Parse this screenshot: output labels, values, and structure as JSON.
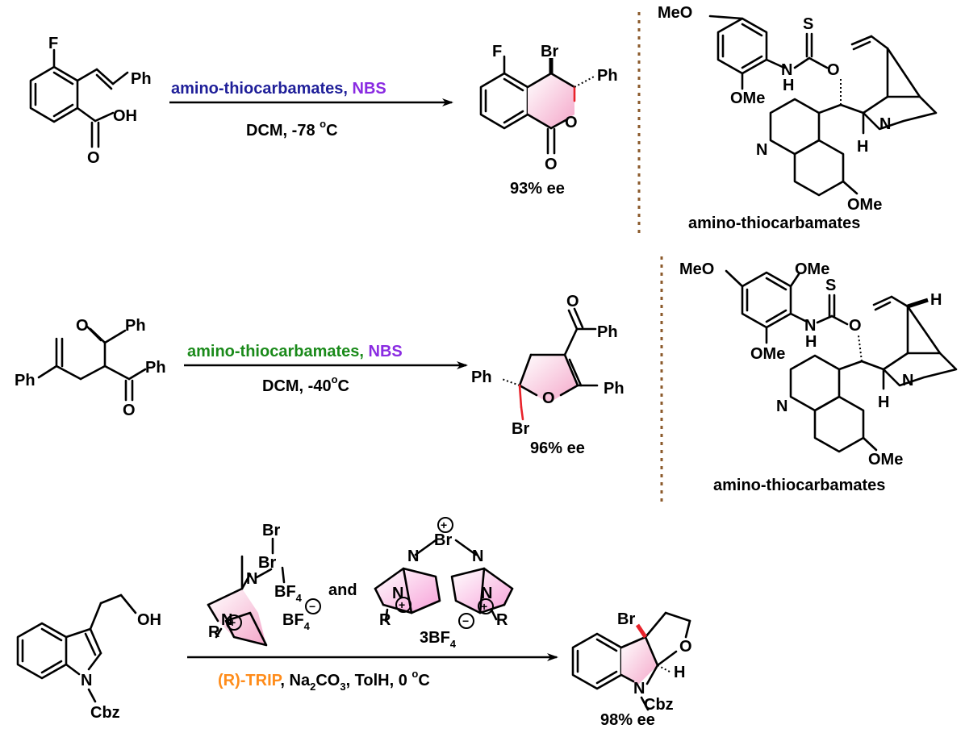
{
  "colors": {
    "navy": "#1f1f99",
    "green": "#1a8a1a",
    "purple": "#8a2be2",
    "olive": "#8b8b1a",
    "orange": "#ff8c1a",
    "divider": "#8b5a2b"
  },
  "reaction1": {
    "reagent_catalyst": "amino-thiocarbamates",
    "reagent_sep": ", ",
    "reagent_nbs": "NBS",
    "conditions": "DCM, -78 ",
    "conditions_sup": "o",
    "conditions_end": "C",
    "ee": "93% ee",
    "sm_labels": [
      "F",
      "Ph",
      "OH",
      "O"
    ],
    "product_labels": [
      "F",
      "Br",
      "Ph",
      "O",
      "O"
    ]
  },
  "catalyst1": {
    "name": "amino-thiocarbamates",
    "labels": [
      "MeO",
      "S",
      "N",
      "H",
      "O",
      "OMe",
      "N",
      "N",
      "H",
      "OMe"
    ]
  },
  "reaction2": {
    "reagent_catalyst": "amino-thiocarbamates",
    "reagent_sep": ", ",
    "reagent_nbs": "NBS",
    "conditions": "DCM, -40",
    "conditions_sup": "o",
    "conditions_end": "C",
    "ee": "96% ee",
    "sm_labels": [
      "O",
      "Ph",
      "Ph",
      "Ph",
      "O"
    ],
    "product_labels": [
      "O",
      "Ph",
      "Ph",
      "Ph",
      "O",
      "Br"
    ]
  },
  "catalyst2": {
    "name": "amino-thiocarbamates",
    "labels": [
      "MeO",
      "OMe",
      "S",
      "N",
      "H",
      "O",
      "H",
      "OMe",
      "N",
      "N",
      "H",
      "OMe"
    ]
  },
  "reaction3": {
    "reagent1_labels": [
      "Br",
      "Br",
      "N",
      "BF",
      "4",
      "N",
      "R",
      "BF",
      "4"
    ],
    "and_text": "and",
    "reagent2_labels": [
      "Br",
      "N",
      "N",
      "N",
      "N",
      "R",
      "R",
      "3BF",
      "4"
    ],
    "cond_trip": "(R)-TRIP",
    "cond_rest1": ", Na",
    "cond_sub2": "2",
    "cond_rest2": "CO",
    "cond_sub3": "3",
    "cond_rest3": ", TolH, 0 ",
    "cond_sup": "o",
    "cond_end": "C",
    "ee": "98% ee",
    "sm_labels": [
      "OH",
      "N",
      "Cbz"
    ],
    "product_labels": [
      "Br",
      "O",
      "N",
      "H",
      "Cbz"
    ]
  }
}
